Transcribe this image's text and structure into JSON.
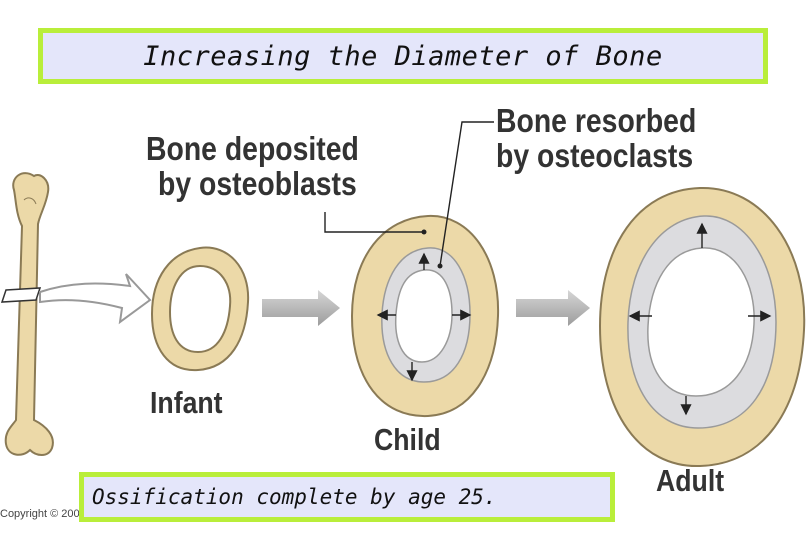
{
  "title": "Increasing the Diameter of Bone",
  "labels": {
    "deposited_line1": "Bone deposited",
    "deposited_line2": "by osteoblasts",
    "resorbed_line1": "Bone resorbed",
    "resorbed_line2": "by osteoclasts",
    "infant": "Infant",
    "child": "Child",
    "adult": "Adult"
  },
  "caption": "Ossification complete by age 25.",
  "copyright": "Copyright © 200",
  "colors": {
    "banner_bg": "#e4e6fa",
    "banner_border": "#b9ee3a",
    "bone_tan": "#ecd9a8",
    "bone_outline": "#8a7a55",
    "resorption_gray": "#dcdcdf",
    "arrow_gray": "#b5b5b5"
  }
}
